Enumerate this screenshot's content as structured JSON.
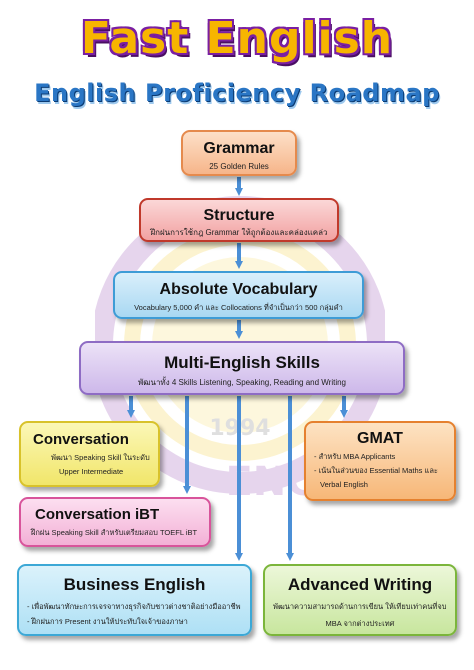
{
  "header": {
    "title": "Fast English",
    "subtitle": "English Proficiency Roadmap"
  },
  "watermark": {
    "year_text": "1994",
    "text": "ENGL"
  },
  "nodes": {
    "grammar": {
      "title": "Grammar",
      "desc": "25  Golden Rules"
    },
    "structure": {
      "title": "Structure",
      "desc": "ฝึกฝนการใช้กฎ Grammar ให้ถูกต้องและคล่องแคล่ว"
    },
    "vocabulary": {
      "title": "Absolute Vocabulary",
      "desc": "Vocabulary 5,000 คำ และ Collocations ที่จำเป็นกว่า 500 กลุ่มคำ"
    },
    "multi_skills": {
      "title": "Multi-English Skills",
      "desc": "พัฒนาทั้ง 4 Skills Listening, Speaking, Reading and Writing"
    },
    "conversation": {
      "title": "Conversation",
      "desc1": "พัฒนา Speaking Skill ในระดับ",
      "desc2": "Upper Intermediate"
    },
    "gmat": {
      "title": "GMAT",
      "desc1": "- สำหรับ  MBA  Applicants",
      "desc2": "- เน้นในส่วนของ Essential Maths และ",
      "desc3": "Verbal  English"
    },
    "ibt": {
      "title": "Conversation iBT",
      "desc": "ฝึกฝน  Speaking Skill  สำหรับเตรียมสอบ  TOEFL iBT"
    },
    "business": {
      "title": "Business English",
      "desc1": "- เพื่อพัฒนาทักษะการเจรจาทางธุรกิจกับชาวต่างชาติอย่างมืออาชีพ",
      "desc2": "- ฝึกฝนการ Present งานให้ประทับใจเจ้าของภาษา"
    },
    "advanced": {
      "title": "Advanced Writing",
      "desc1": "พัฒนาความสามารถด้านการเขียน ให้เทียบเท่าคนที่จบ",
      "desc2": "MBA จากต่างประเทศ"
    }
  },
  "colors": {
    "arrow": "#4b8fd6",
    "title_fill": "#f7b500",
    "title_outline": "#7a1fa2",
    "subtitle": "#2a76c5"
  }
}
